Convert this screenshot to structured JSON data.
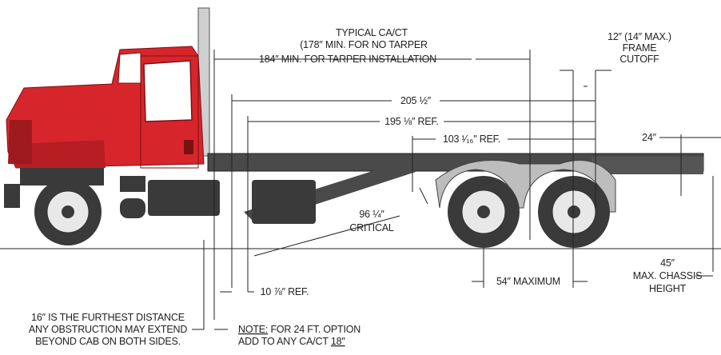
{
  "labels": {
    "typical_ca_ct": "TYPICAL CA/CT",
    "min_no_tarper": "(178″ MIN. FOR NO TARPER",
    "min_tarper": "184″ MIN. FOR TARPER INSTALLATION",
    "frame_cutoff_1": "12″ (14″ MAX.)",
    "frame_cutoff_2": "FRAME",
    "frame_cutoff_3": "CUTOFF",
    "d_205": "205 ½″",
    "d_195": "195 ⅛″ REF.",
    "d_103": "103 ¹⁄₁₆″ REF.",
    "d_24": "24″",
    "d_96_1": "96 ¼″",
    "d_96_2": "CRITICAL",
    "d_54": "54″ MAXIMUM",
    "d_45_1": "45″",
    "d_45_2": "MAX. CHASSIS",
    "d_45_3": "HEIGHT",
    "d_10": "10 ⅞″ REF.",
    "obstruction_1": "16″ IS THE FURTHEST DISTANCE",
    "obstruction_2": "ANY OBSTRUCTION MAY EXTEND",
    "obstruction_3": "BEYOND CAB ON BOTH SIDES.",
    "note_label": "NOTE:",
    "note_1_rest": " FOR 24 FT. OPTION",
    "note_2_start": "ADD TO ANY CA/CT ",
    "note_2_value": "18″"
  },
  "colors": {
    "cab": "#d7262b",
    "cab_dark": "#9e1a1e",
    "frame": "#4a4a4a",
    "tire": "#3a3a3a",
    "line": "#222222"
  }
}
